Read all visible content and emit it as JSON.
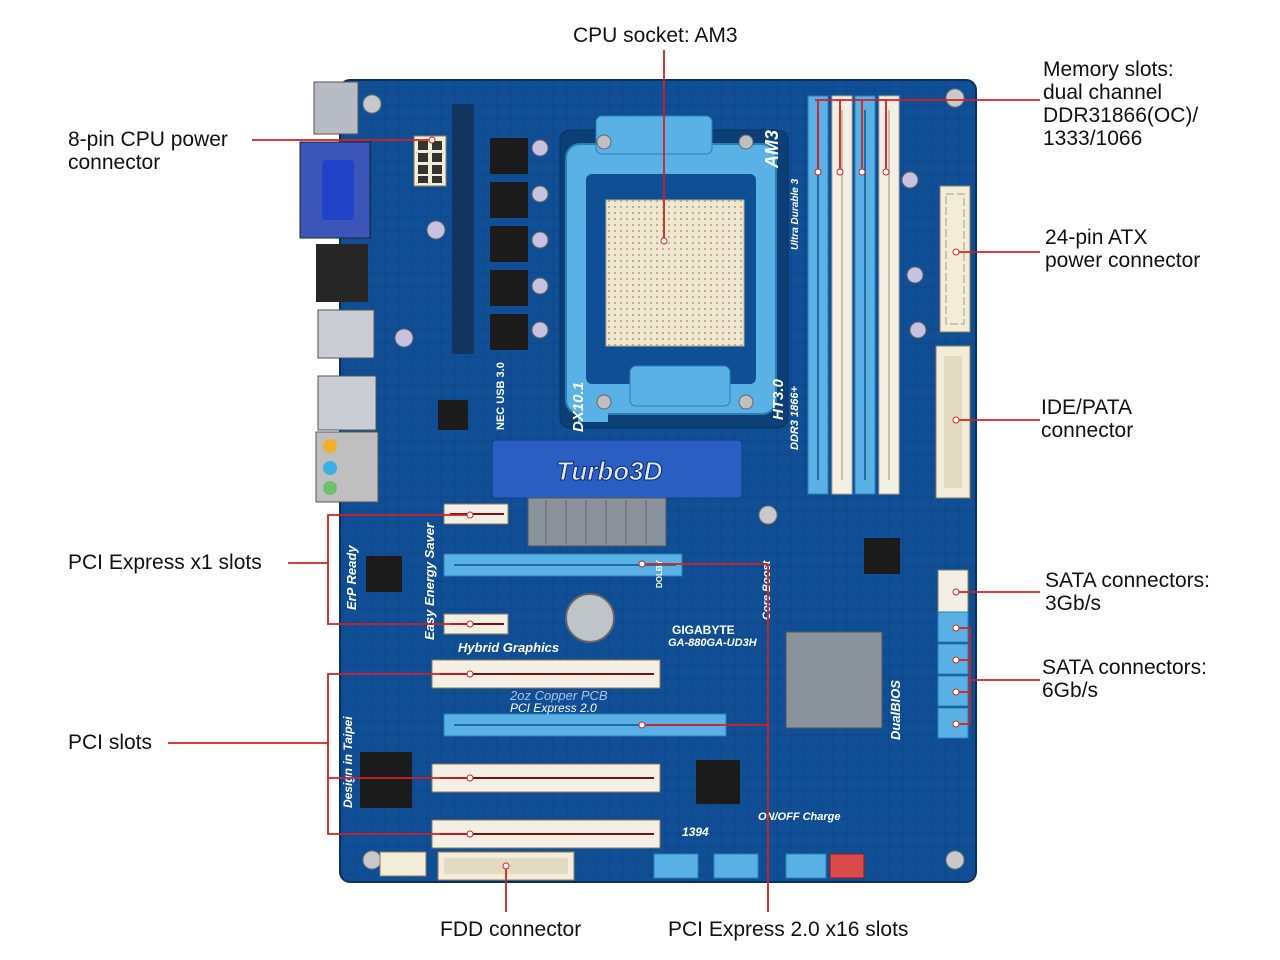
{
  "callouts": {
    "cpu_socket": "CPU socket: AM3",
    "memory_slots": "Memory slots:\ndual channel\nDDR31866(OC)/\n1333/1066",
    "cpu_power": "8-pin CPU power\nconnector",
    "atx_power": "24-pin ATX\npower connector",
    "ide": "IDE/PATA\nconnector",
    "pcie_x1": "PCI Express x1 slots",
    "sata_3g": "SATA connectors:\n3Gb/s",
    "sata_6g": "SATA connectors:\n6Gb/s",
    "pci": "PCI slots",
    "fdd": "FDD connector",
    "pcie_x16": "PCI Express 2.0 x16 slots"
  },
  "board_labels": {
    "am3": "AM3",
    "dx101": "DX10.1",
    "ht30": "HT3.0",
    "ultra_durable": "Ultra Durable 3",
    "ddr3": "DDR3 1866+",
    "nec_usb": "NEC USB 3.0",
    "turbo3d": "Turbo3D",
    "erp": "ErP Ready",
    "energy_saver": "Easy Energy Saver",
    "hybrid_graphics": "Hybrid Graphics",
    "gigabyte": "GIGABYTE",
    "model": "GA-880GA-UD3H",
    "copper": "2oz Copper PCB",
    "pcie20": "PCI Express 2.0",
    "core_boost": "Core Boost",
    "dualbios": "DualBIOS",
    "design": "Design in Taipei",
    "onoff": "ON/OFF Charge",
    "ieee1394": "1394",
    "dolby": "DOLBY"
  },
  "colors": {
    "board": "#0f4f95",
    "board_dark": "#0a3a72",
    "slot_blue": "#5bb3e6",
    "slot_white": "#f3efe4",
    "leader": "#d42020",
    "heatsink": "#8a929c"
  }
}
